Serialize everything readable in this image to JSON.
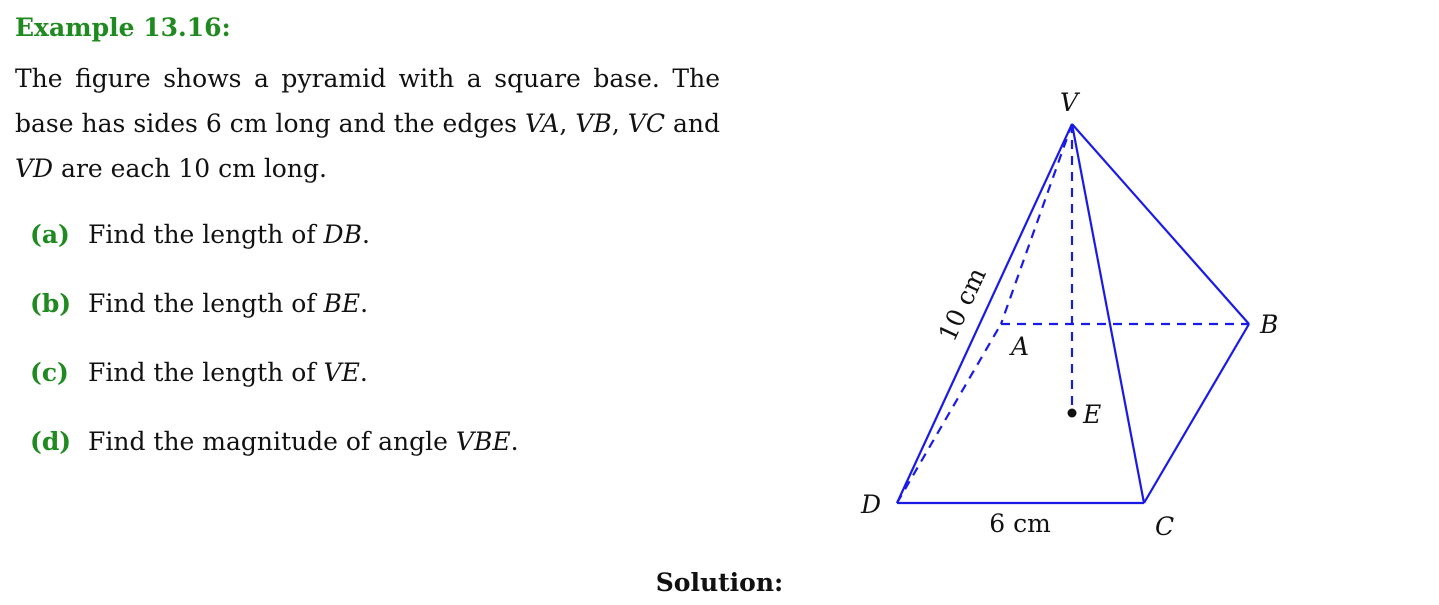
{
  "example": {
    "title": "Example 13.16:"
  },
  "problem": {
    "t1": "The figure shows a pyramid with a square base. The base has sides 6 cm long and the edges ",
    "e1": "VA",
    "t2": ", ",
    "e2": "VB",
    "t3": ", ",
    "e3": "VC",
    "t4": " and ",
    "e4": "VD",
    "t5": " are each 10 cm long."
  },
  "parts": [
    {
      "label": "(a)",
      "text": "Find the length of ",
      "math": "DB",
      "end": "."
    },
    {
      "label": "(b)",
      "text": "Find the length of ",
      "math": "BE",
      "end": "."
    },
    {
      "label": "(c)",
      "text": "Find the length of ",
      "math": "VE",
      "end": "."
    },
    {
      "label": "(d)",
      "text": "Find the magnitude of angle ",
      "math": "VBE",
      "end": "."
    }
  ],
  "figure": {
    "line_color": "#1a1ae6",
    "labels": {
      "V": "V",
      "A": "A",
      "B": "B",
      "C": "C",
      "D": "D",
      "E": "E"
    },
    "edge_label": "10 cm",
    "base_label": "6 cm"
  },
  "solution": {
    "label": "Solution:"
  }
}
